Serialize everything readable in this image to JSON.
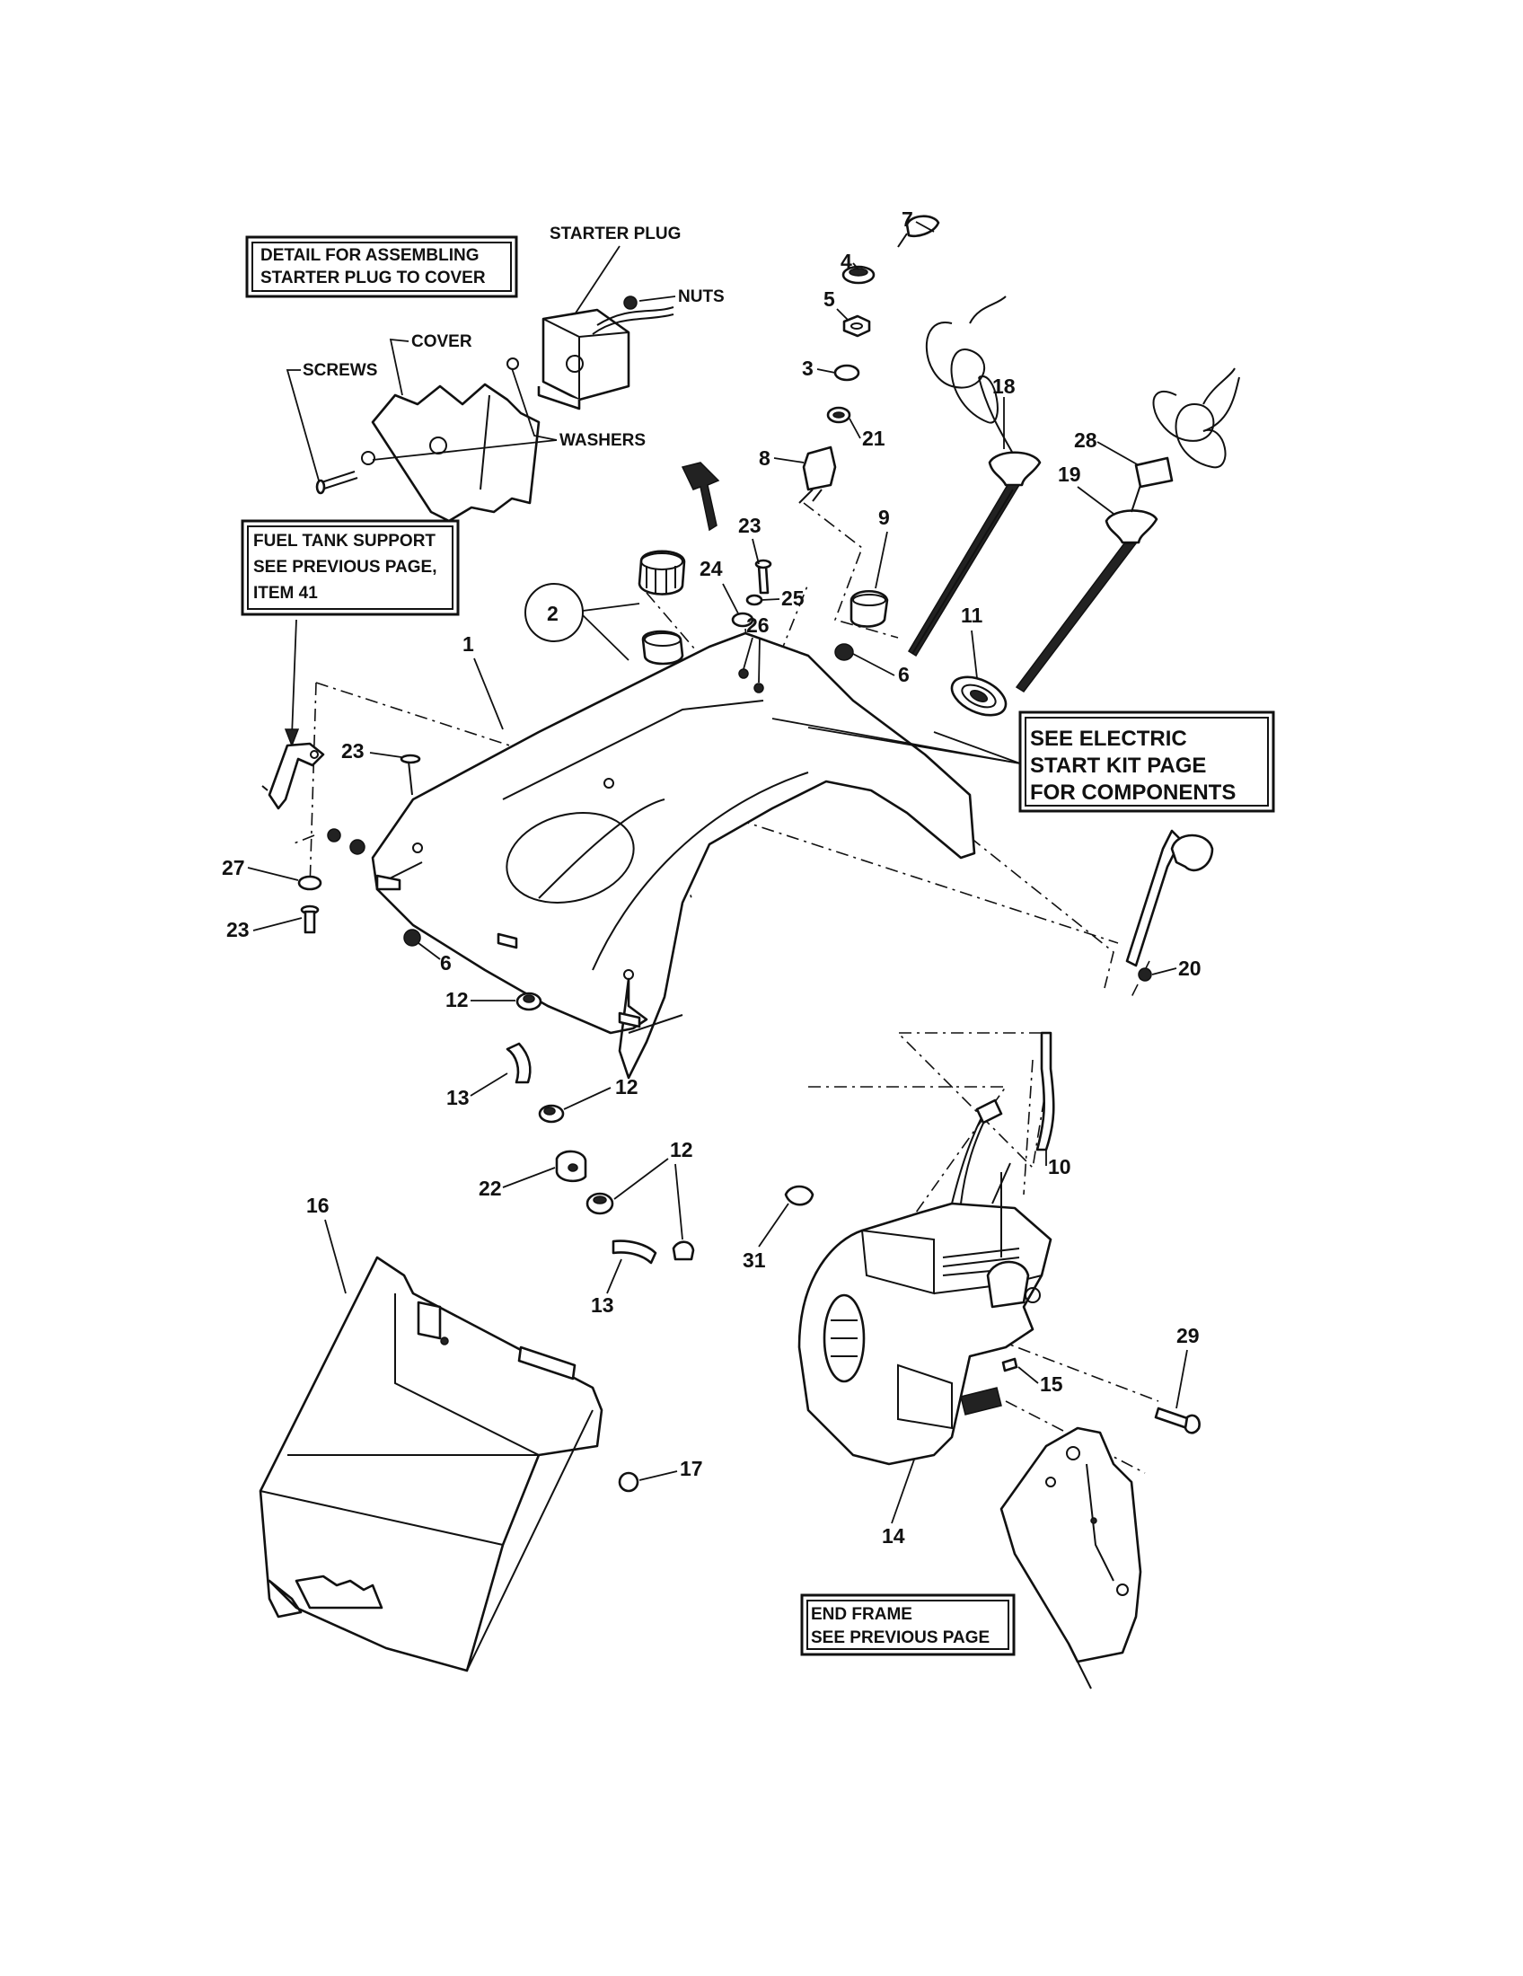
{
  "boxes": {
    "detail": [
      "DETAIL FOR ASSEMBLING",
      "STARTER PLUG TO COVER"
    ],
    "fuel_tank": [
      "FUEL TANK SUPPORT",
      "SEE PREVIOUS PAGE,",
      "ITEM 41"
    ],
    "electric": [
      "SEE ELECTRIC",
      "START KIT PAGE",
      "FOR COMPONENTS"
    ],
    "end_frame": [
      "END FRAME",
      "SEE PREVIOUS PAGE"
    ]
  },
  "detail_labels": {
    "starter_plug": "STARTER PLUG",
    "nuts": "NUTS",
    "cover": "COVER",
    "screws": "SCREWS",
    "washers": "WASHERS"
  },
  "callouts": {
    "c1": "1",
    "c2": "2",
    "c3": "3",
    "c4": "4",
    "c5": "5",
    "c6a": "6",
    "c6b": "6",
    "c7": "7",
    "c8": "8",
    "c9": "9",
    "c10": "10",
    "c11": "11",
    "c12a": "12",
    "c12b": "12",
    "c12c": "12",
    "c13a": "13",
    "c13b": "13",
    "c14": "14",
    "c15": "15",
    "c16": "16",
    "c17": "17",
    "c18": "18",
    "c19": "19",
    "c20": "20",
    "c21": "21",
    "c22": "22",
    "c23a": "23",
    "c23b": "23",
    "c23c": "23",
    "c24": "24",
    "c25": "25",
    "c26": "26",
    "c27": "27",
    "c28": "28",
    "c29": "29",
    "c31": "31"
  }
}
